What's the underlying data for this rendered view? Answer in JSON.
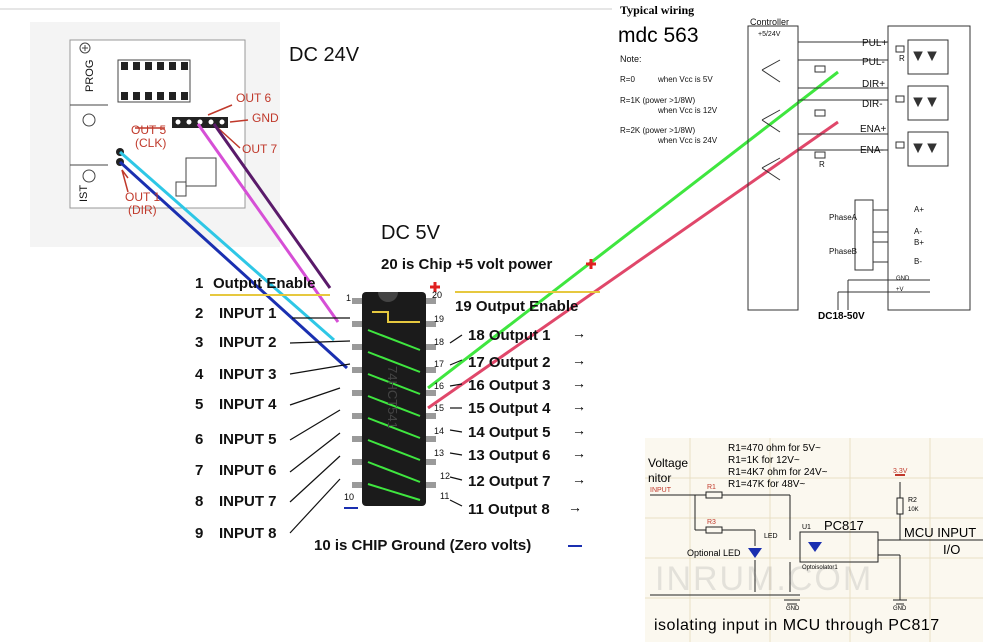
{
  "top_left_board": {
    "dc24": "DC 24V",
    "prog": "PROG",
    "ist": "IST",
    "out6": "OUT 6",
    "gnd": "GND",
    "out5": "OUT 5",
    "clk": "(CLK)",
    "out7": "OUT 7",
    "out1": "OUT 1",
    "dir": "(DIR)"
  },
  "dc5": "DC 5V",
  "chip": {
    "name": "74HCT541",
    "pin20_note": "20 is Chip +5 volt power",
    "pin10_note": "10 is CHIP Ground (Zero volts)",
    "left_pins": [
      {
        "num": "1",
        "label": "Output Enable"
      },
      {
        "num": "2",
        "label": "INPUT 1"
      },
      {
        "num": "3",
        "label": "INPUT 2"
      },
      {
        "num": "4",
        "label": "INPUT 3"
      },
      {
        "num": "5",
        "label": "INPUT 4"
      },
      {
        "num": "6",
        "label": "INPUT 5"
      },
      {
        "num": "7",
        "label": "INPUT 6"
      },
      {
        "num": "8",
        "label": "INPUT 7"
      },
      {
        "num": "9",
        "label": "INPUT 8"
      }
    ],
    "right_pins": [
      {
        "num": "19",
        "label": "19 Output Enable"
      },
      {
        "num": "18",
        "label": "18 Output 1"
      },
      {
        "num": "17",
        "label": "17 Output 2"
      },
      {
        "num": "16",
        "label": "16 Output 3"
      },
      {
        "num": "15",
        "label": "15 Output 4"
      },
      {
        "num": "14",
        "label": "14 Output 5"
      },
      {
        "num": "13",
        "label": "13 Output 6"
      },
      {
        "num": "12",
        "label": "12 Output 7"
      },
      {
        "num": "11",
        "label": "11 Output 8"
      }
    ],
    "pin20": "20",
    "pin10": "10"
  },
  "typical_wiring": {
    "title": "Typical wiring",
    "model": "mdc 563",
    "controller": "Controller",
    "vcc": "+5/24V",
    "note": "Note:",
    "r0": "R=0",
    "r0_desc": "when Vcc is 5V",
    "r1": "R=1K (power >1/8W)",
    "r1_desc": "when Vcc is 12V",
    "r2": "R=2K (power >1/8W)",
    "r2_desc": "when Vcc is 24V",
    "signals": [
      "PUL+",
      "PUL-",
      "DIR+",
      "DIR-",
      "ENA+",
      "ENA-"
    ],
    "r_label": "R",
    "phase_a": "PhaseA",
    "phase_b": "PhaseB",
    "motor": [
      "A+",
      "A-",
      "B+",
      "B-"
    ],
    "gnd": "GND",
    "vplus": "+V",
    "supply": "DC18-50V"
  },
  "optocoupler": {
    "r_notes": [
      "R1=470 ohm for 5V~",
      "R1=1K for 12V~",
      "R1=4K7 ohm for 24V~",
      "R1=47K for 48V~"
    ],
    "voltage": "Voltage",
    "nitor": "nitor",
    "input": "INPUT",
    "r1": "R1",
    "r3": "R3",
    "led": "LED",
    "optional_led": "Optional LED",
    "u1": "U1",
    "pc817": "PC817",
    "opto": "Optoisolator1",
    "v33": "3.3V",
    "r2": "R2",
    "r2val": "10K",
    "mcu": "MCU INPUT",
    "io": "I/O",
    "gnd": "GND",
    "watermark": "INRUM.COM",
    "caption": "isolating input in MCU through PC817"
  }
}
